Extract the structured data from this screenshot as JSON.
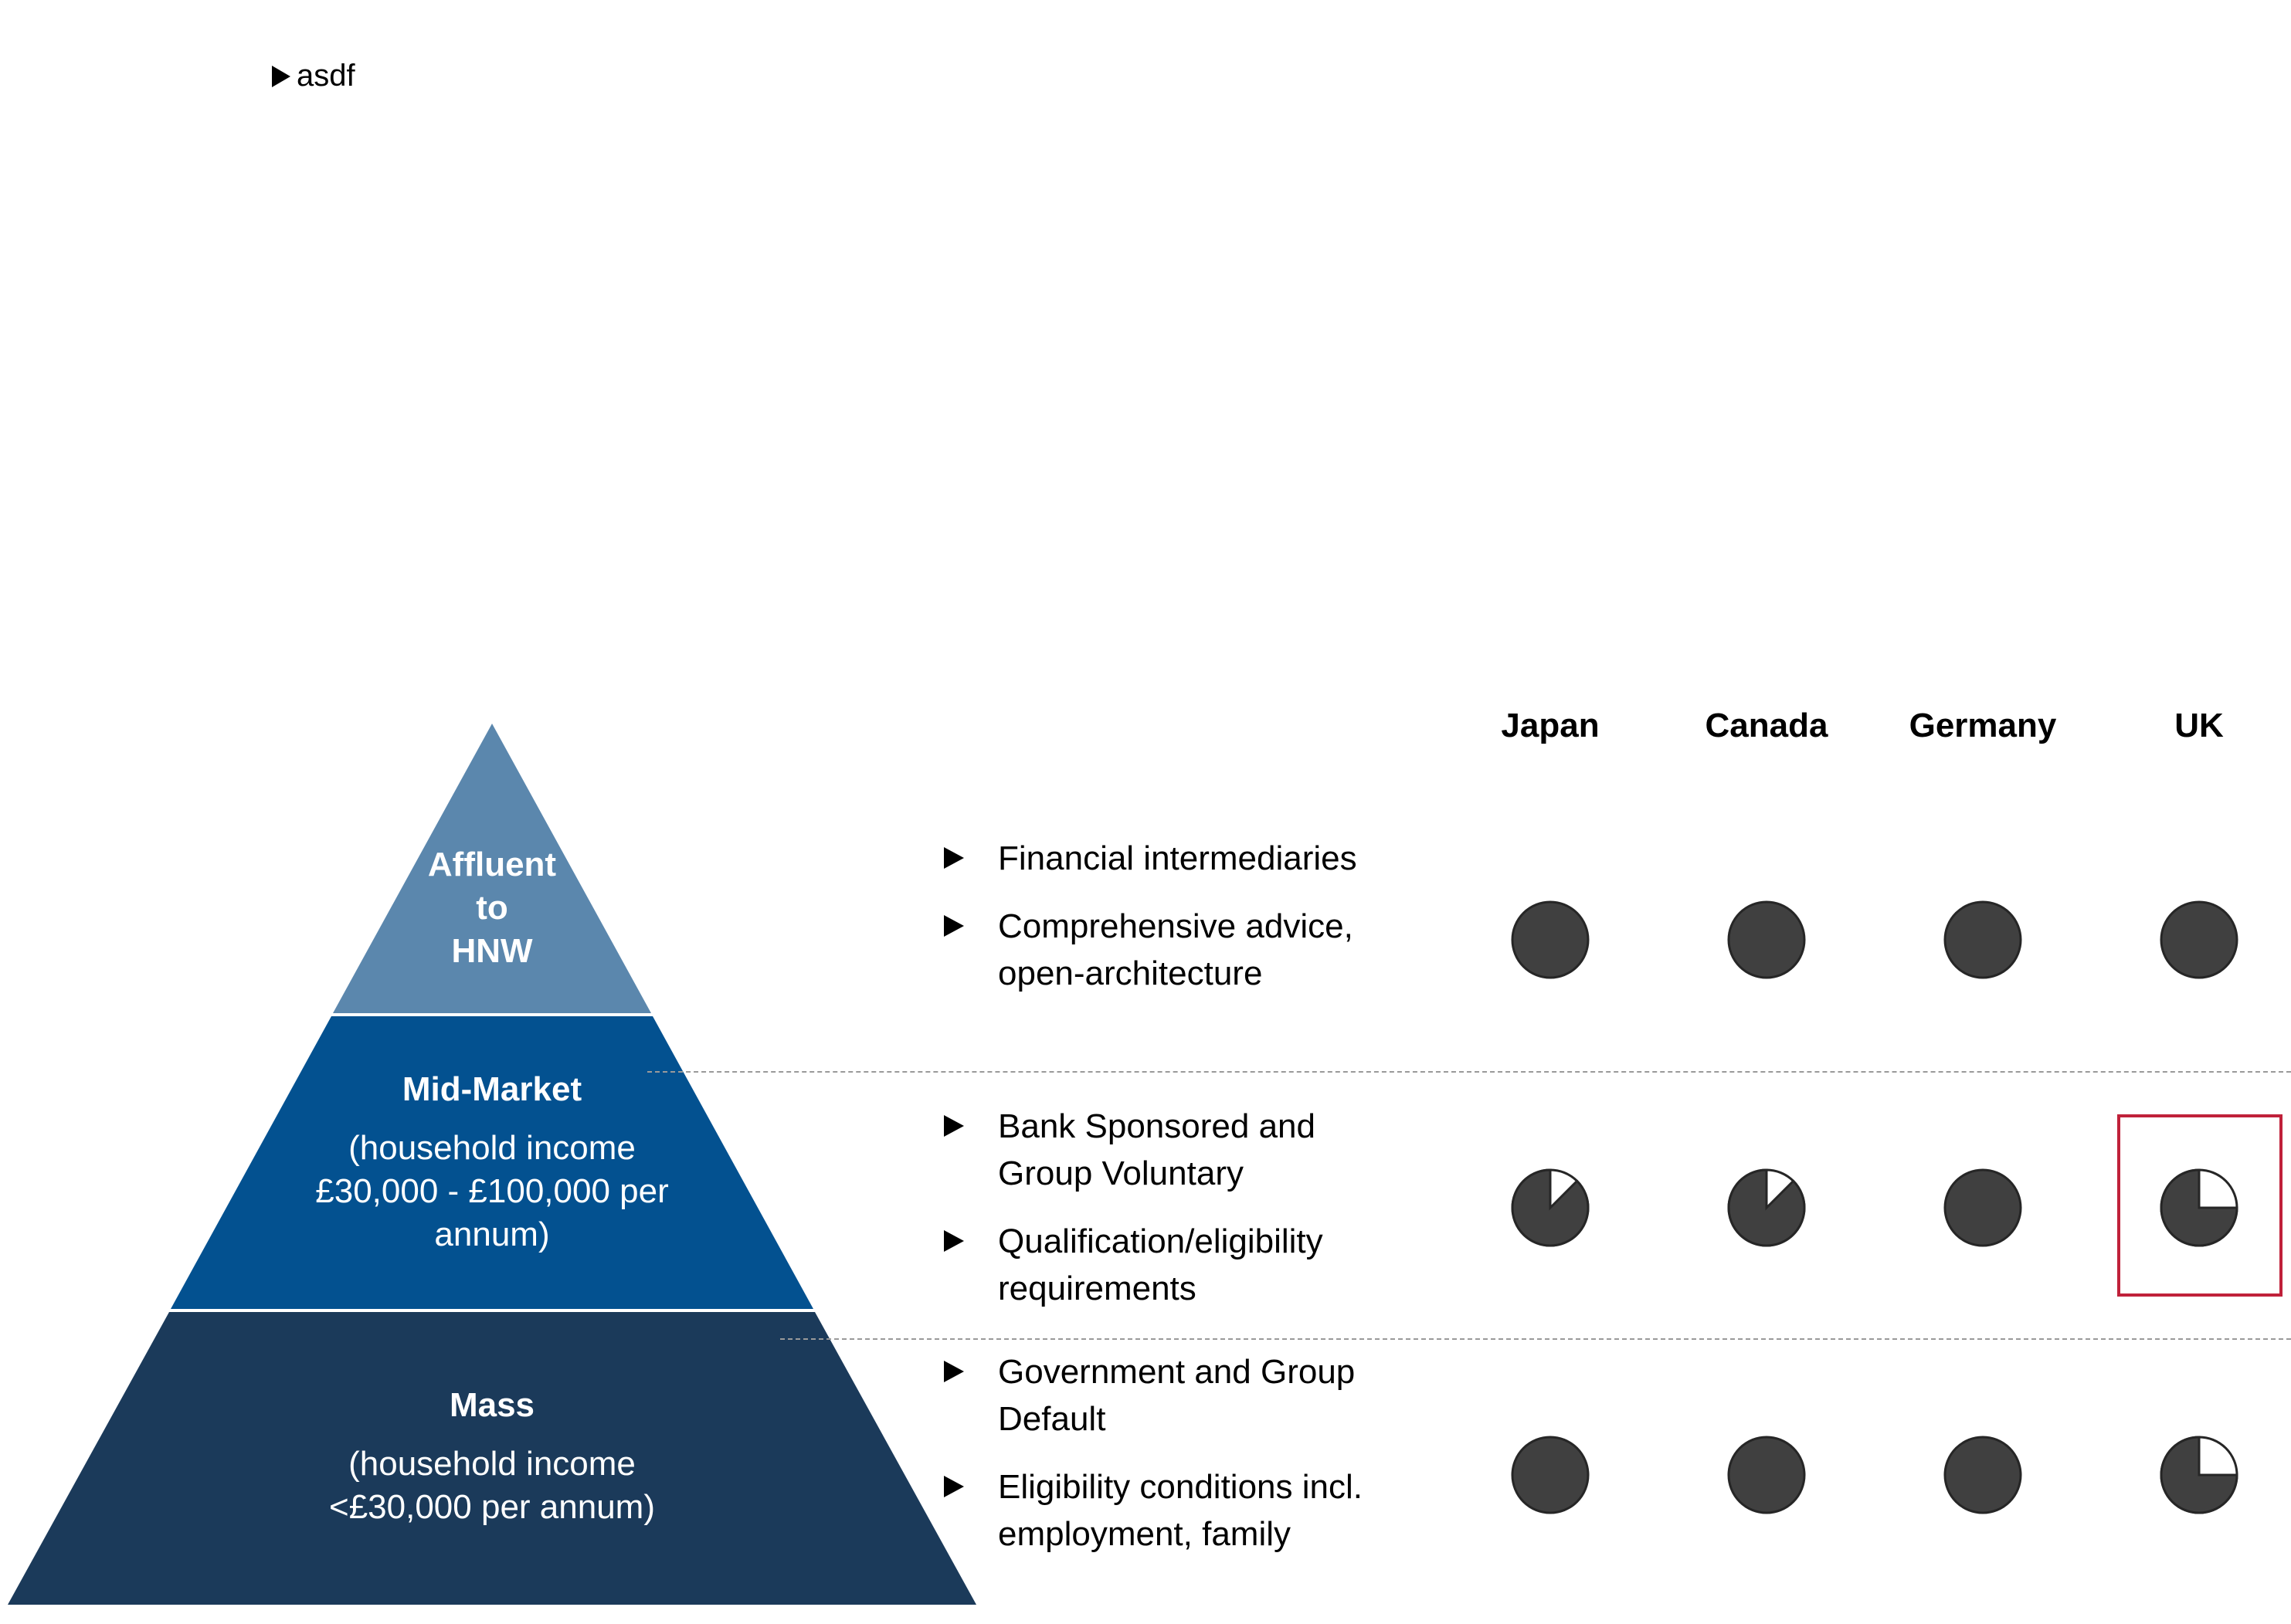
{
  "note": {
    "text": "asdf"
  },
  "tiers": [
    {
      "title": "Affluent to HNW",
      "title_lines": [
        "Affluent",
        "to",
        "HNW"
      ],
      "subtitle_lines": [],
      "color": "#5b87ad"
    },
    {
      "title": "Mid-Market",
      "title_lines": [
        "Mid-Market"
      ],
      "subtitle_lines": [
        "(household income",
        "£30,000 - £100,000  per",
        "annum)"
      ],
      "color": "#035190"
    },
    {
      "title": "Mass",
      "title_lines": [
        "Mass"
      ],
      "subtitle_lines": [
        "(household income",
        "<£30,000 per annum)"
      ],
      "color": "#1b3a5a"
    }
  ],
  "countries": [
    "Japan",
    "Canada",
    "Germany",
    "UK"
  ],
  "segments": [
    {
      "bullets": [
        "Financial intermediaries",
        "Comprehensive advice, open-architecture"
      ],
      "coverage": [
        1,
        1,
        1,
        1
      ]
    },
    {
      "bullets": [
        "Bank Sponsored and Group Voluntary",
        "Qualification/eligibility requirements"
      ],
      "coverage": [
        0.875,
        0.875,
        1,
        0.75
      ]
    },
    {
      "bullets": [
        "Government and Group Default",
        "Eligibility conditions incl. employment, family"
      ],
      "coverage": [
        1,
        1,
        1,
        0.75
      ]
    }
  ],
  "highlight": {
    "segment": 1,
    "country": "UK",
    "color": "#c0213a"
  },
  "colors": {
    "ball_fill": "#404040",
    "ball_empty": "#ffffff",
    "divider": "#9a9a9a"
  }
}
